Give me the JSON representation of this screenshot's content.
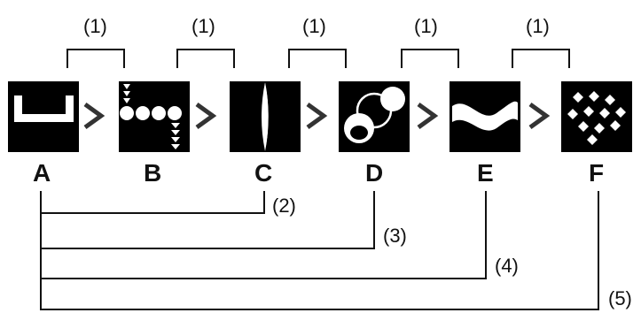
{
  "colors": {
    "tile_bg": "#000000",
    "tile_fg": "#ffffff",
    "line": "#111111",
    "arrow": "#333333"
  },
  "panels": [
    {
      "letter": "A",
      "icon": "u-shape-icon"
    },
    {
      "letter": "B",
      "icon": "circles-and-triangles-icon"
    },
    {
      "letter": "C",
      "icon": "vertical-lens-icon"
    },
    {
      "letter": "D",
      "icon": "overlapping-circles-icon"
    },
    {
      "letter": "E",
      "icon": "wave-band-icon"
    },
    {
      "letter": "F",
      "icon": "diamond-pattern-icon"
    }
  ],
  "step_labels": [
    "(1)",
    "(1)",
    "(1)",
    "(1)",
    "(1)"
  ],
  "comparison_labels": [
    "(2)",
    "(3)",
    "(4)",
    "(5)"
  ]
}
